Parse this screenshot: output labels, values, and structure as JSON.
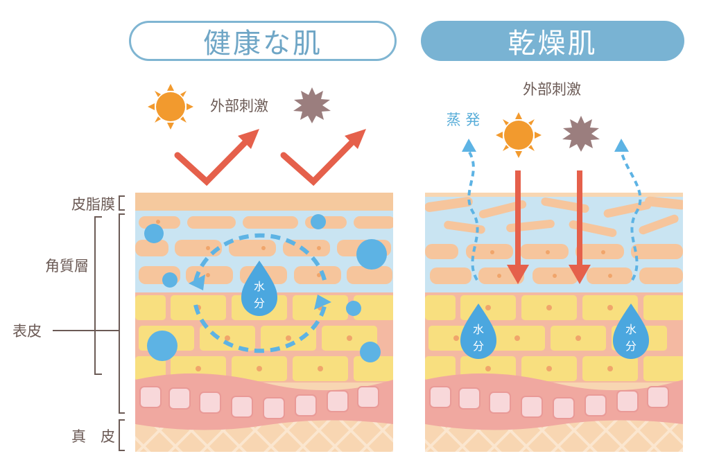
{
  "panels": {
    "healthy": {
      "title": "健康な肌"
    },
    "dry": {
      "title": "乾燥肌"
    }
  },
  "labels": {
    "external_stimulus_healthy": "外部刺激",
    "external_stimulus_dry": "外部刺激",
    "evaporation": "蒸 発",
    "water_glyph_1": "水",
    "water_glyph_2": "分"
  },
  "layers": {
    "sebum": "皮脂膜",
    "stratum_corneum": "角質層",
    "epidermis": "表皮",
    "dermis": "真　皮"
  },
  "icons": [
    "sun-icon",
    "irritant-spiky-icon",
    "water-drop-icon",
    "reflect-arrow-icon",
    "penetration-arrow-icon",
    "evaporation-arrow-icon",
    "circulation-arrow-icon"
  ],
  "colors": {
    "title_blue": "#79b3d3",
    "sun_orange": "#f29a2e",
    "irritant_mauve": "#9b7e7e",
    "arrow_red": "#e5604b",
    "water_blue": "#5db3e4",
    "sebum_tan": "#f5c99e",
    "corneum_cell": "#f6c59c",
    "epidermis_yellow": "#f8df7f",
    "dermis_pink": "#f0a8a0",
    "deep_dermis": "#f8d6b2"
  }
}
